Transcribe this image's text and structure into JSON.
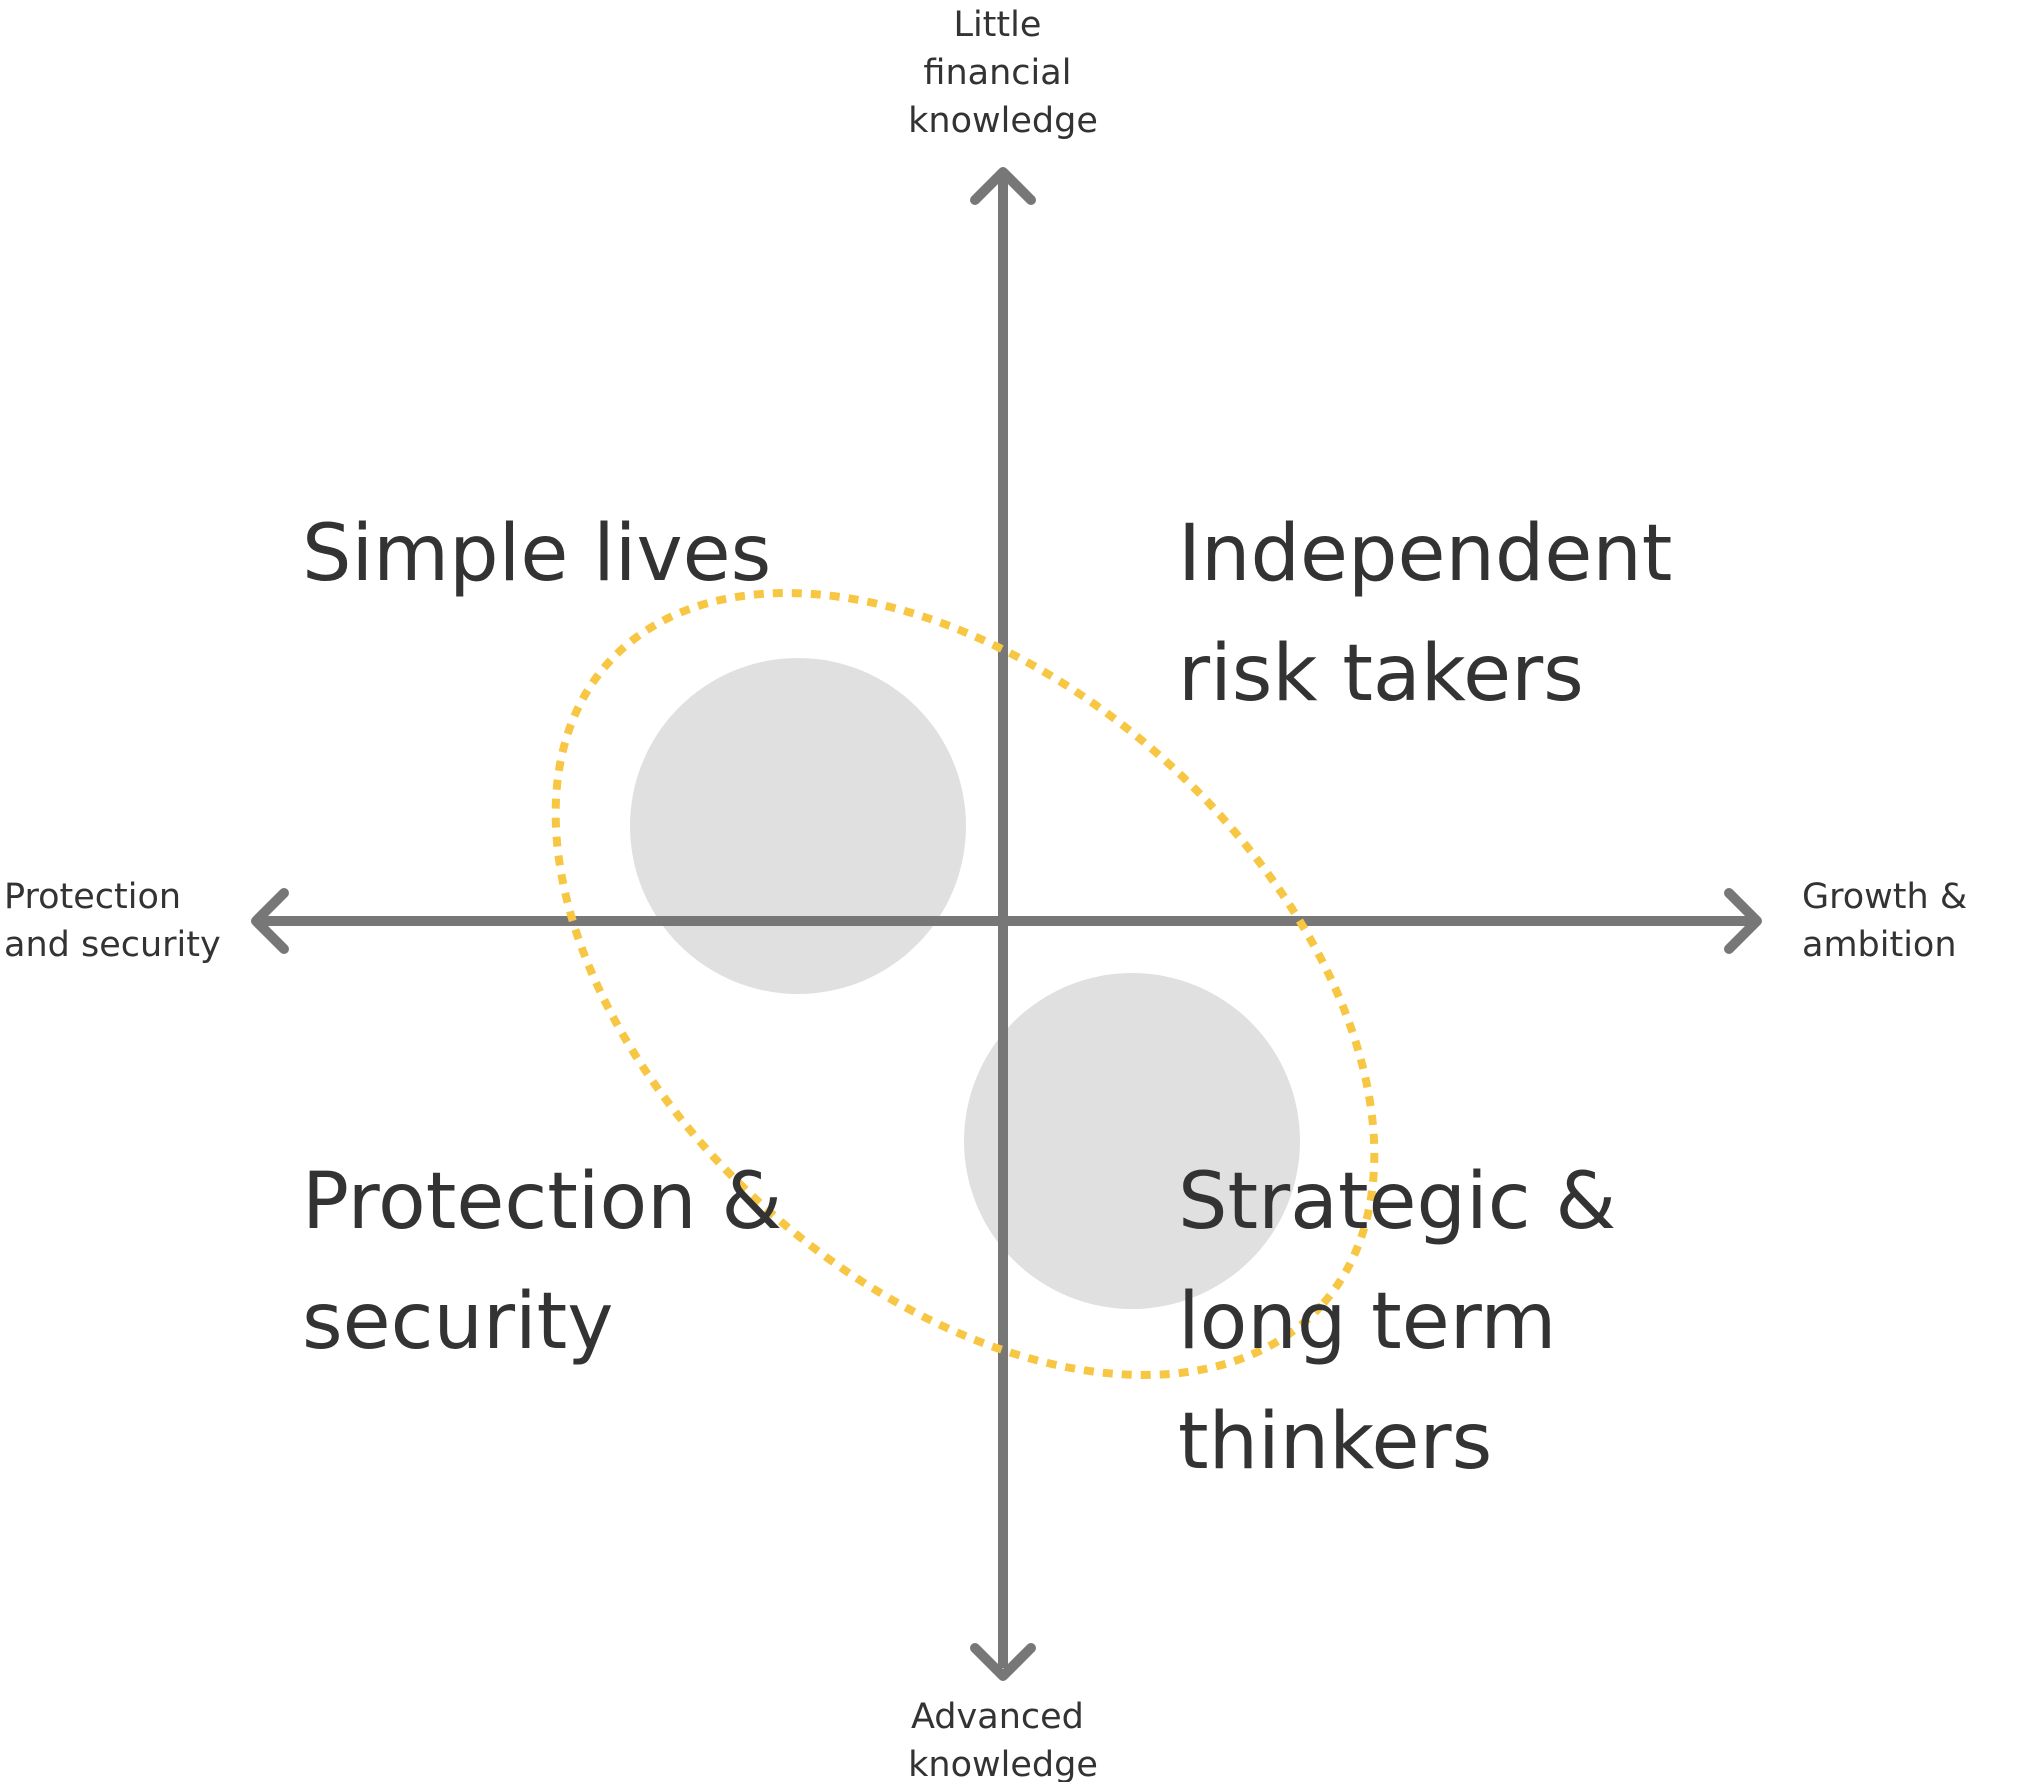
{
  "axes": {
    "top": [
      "Little",
      "financial",
      "knowledge"
    ],
    "bottom": [
      "Advanced",
      "knowledge"
    ],
    "left": [
      "Protection",
      "and security"
    ],
    "right": [
      "Growth &",
      "ambition"
    ]
  },
  "quadrants": {
    "top_left": [
      "Simple lives"
    ],
    "top_right": [
      "Independent",
      "risk takers"
    ],
    "bottom_left": [
      "Protection &",
      "security"
    ],
    "bottom_right": [
      "Strategic &",
      "long term",
      "thinkers"
    ]
  },
  "colors": {
    "axis": "#777777",
    "text": "#333333",
    "circle_fill": "#e0e0e0",
    "ellipse_stroke": "#f7c744"
  }
}
